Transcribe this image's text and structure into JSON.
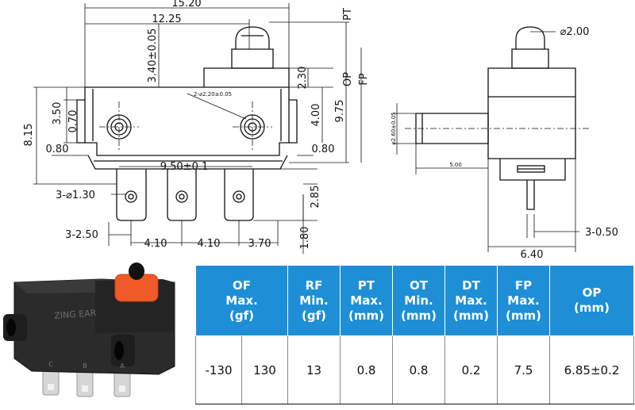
{
  "drawing": {
    "front_view": {
      "overall_length": "15.20",
      "body_length": "12.25",
      "actuator_offset": "3.40±0.05",
      "pt_label": "PT",
      "op_label": "OP",
      "fp_label": "FP",
      "height_top": "2.30",
      "height_full": "9.75",
      "height_mid": "4.00",
      "hole_spec": "2-⌀2.20±0.05",
      "left_height_total": "8.15",
      "left_upper": "3.50",
      "left_inner": "0.70",
      "left_lower": "0.80",
      "right_lower": "0.80",
      "hole_pitch": "9.50±0.1",
      "terminal_hole": "3-⌀1.30",
      "terminal_width": "3-2.50",
      "terminal_pitch_1": "4.10",
      "terminal_pitch_2": "4.10",
      "terminal_pitch_3": "3.70",
      "terminal_length": "2.85",
      "terminal_base": "1.80"
    },
    "side_view": {
      "actuator_dia": "⌀2.00",
      "pin_dia": "⌀2.60±0.05",
      "pin_length": "5.00",
      "overall_width": "6.40",
      "terminal_thickness": "3-0.50"
    }
  },
  "photo": {
    "brand_text": "ZING EAR",
    "terminal_marks": [
      "C",
      "B",
      "A"
    ],
    "body_color": "#2b2b2b",
    "actuator_color": "#f05a28"
  },
  "spec_table": {
    "header_color": "#1e8fd6",
    "columns": [
      {
        "lines": [
          "OF",
          "Max.",
          "(gf)"
        ]
      },
      {
        "lines": [
          "RF",
          "Min.",
          "(gf)"
        ]
      },
      {
        "lines": [
          "PT",
          "Max.",
          "(mm)"
        ]
      },
      {
        "lines": [
          "OT",
          "Min.",
          "(mm)"
        ]
      },
      {
        "lines": [
          "DT",
          "Max.",
          "(mm)"
        ]
      },
      {
        "lines": [
          "FP",
          "Max.",
          "(mm)"
        ]
      },
      {
        "lines": [
          "OP",
          "(mm)"
        ]
      }
    ],
    "values": {
      "of_min": "-130",
      "of_max": "130",
      "rf": "13",
      "pt": "0.8",
      "ot": "0.8",
      "dt": "0.2",
      "fp": "7.5",
      "op": "6.85±0.2"
    }
  }
}
